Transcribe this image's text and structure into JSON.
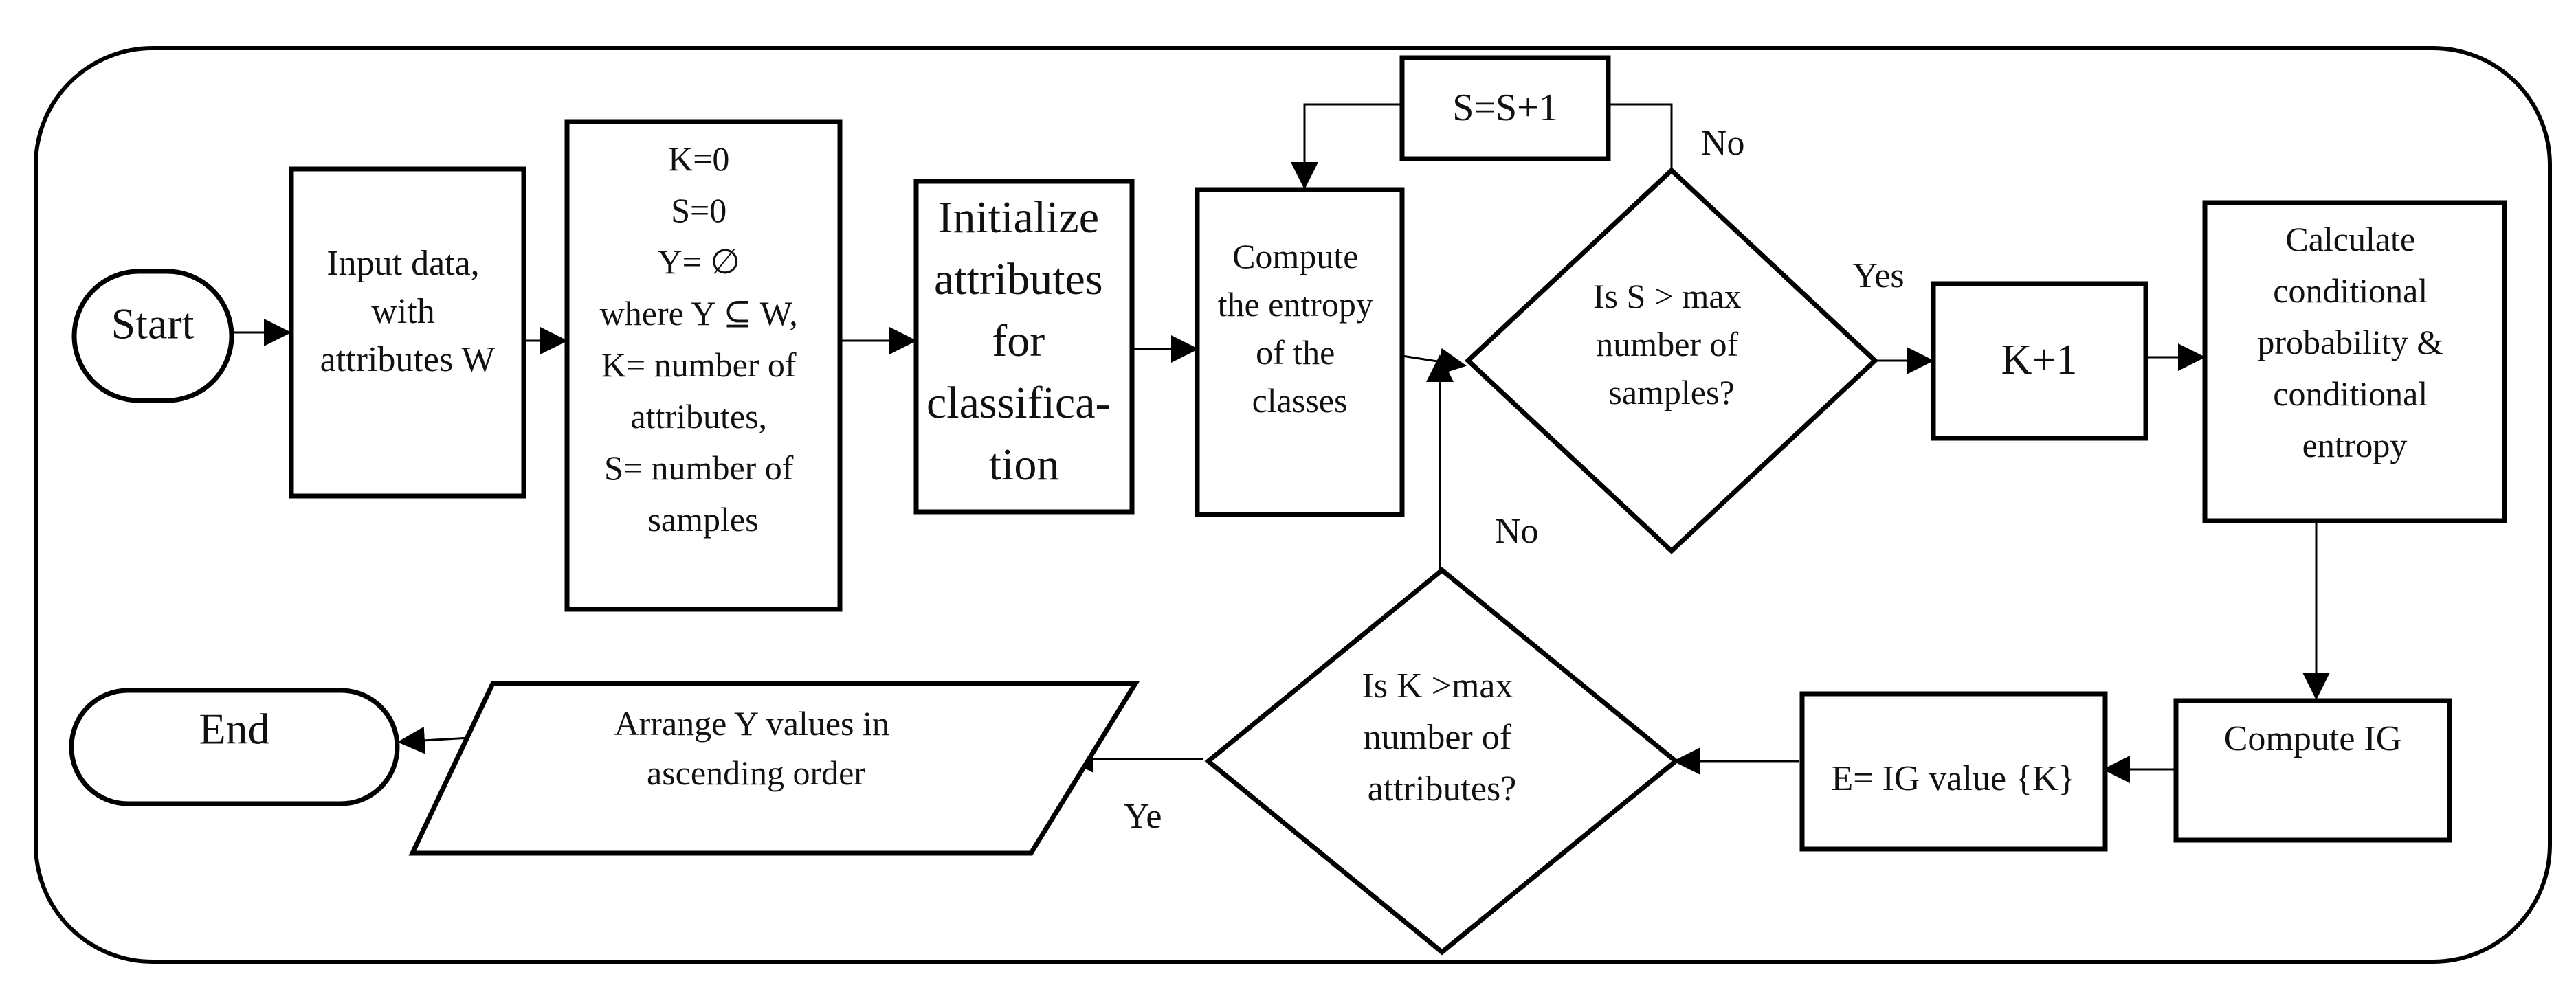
{
  "nodes": {
    "start": {
      "label": "Start"
    },
    "input": {
      "lines": [
        "Input data,",
        "with",
        "attributes W"
      ]
    },
    "init_vars": {
      "lines": [
        "K=0",
        "S=0",
        "Y= ∅",
        "where Y ⊆ W,",
        "K= number of",
        "attributes,",
        "S= number of",
        "samples"
      ]
    },
    "init_attrs": {
      "lines": [
        "Initialize",
        "attributes",
        "for",
        "classifica-",
        "tion"
      ]
    },
    "entropy": {
      "lines": [
        "Compute",
        "the entropy",
        "of the",
        "classes"
      ]
    },
    "s_increment": {
      "label": "S=S+1"
    },
    "decision_s": {
      "lines": [
        "Is S > max",
        "number of",
        "samples?"
      ]
    },
    "k_increment": {
      "label": "K+1"
    },
    "conditional": {
      "lines": [
        "Calculate",
        "conditional",
        "probability &",
        "conditional",
        "entropy"
      ]
    },
    "compute_ig": {
      "label": "Compute IG"
    },
    "e_value": {
      "label": "E= IG value {K}"
    },
    "decision_k": {
      "lines": [
        "Is K >max",
        "number of",
        "attributes?"
      ]
    },
    "arrange": {
      "lines": [
        "Arrange Y values in",
        "ascending order"
      ]
    },
    "end": {
      "label": "End"
    }
  },
  "edge_labels": {
    "s_no": "No",
    "s_yes": "Yes",
    "k_no": "No",
    "k_yes": "Ye"
  }
}
